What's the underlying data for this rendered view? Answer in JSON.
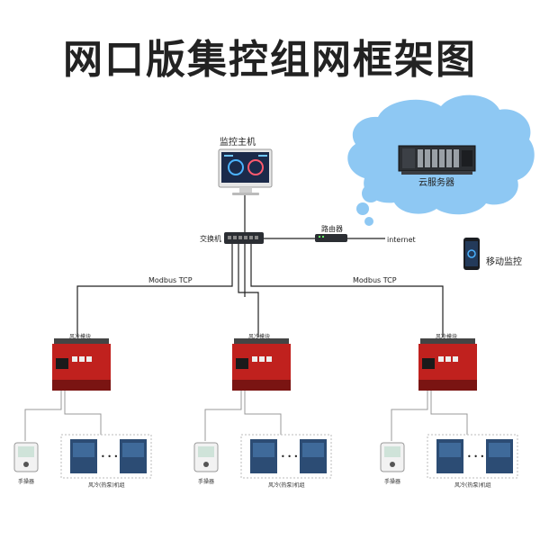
{
  "title": "网口版集控组网框架图",
  "nodes": {
    "monitor_host": "监控主机",
    "cloud_server": "云服务器",
    "switch": "交换机",
    "router": "路由器",
    "internet": "internet",
    "mobile": "移动监控"
  },
  "links": {
    "left": "Modbus TCP",
    "right": "Modbus TCP"
  },
  "modules": [
    {
      "label": "风冷模块",
      "controller": "手操器",
      "units": "风冷(热泵)机组"
    },
    {
      "label": "风冷模块",
      "controller": "手操器",
      "units": "风冷(热泵)机组"
    },
    {
      "label": "风冷模块",
      "controller": "手操器",
      "units": "风冷(热泵)机组"
    }
  ],
  "ellipsis": "• • •",
  "colors": {
    "module_red": "#c0211e",
    "cloud": "#8ec8f3",
    "wire": "#222222"
  }
}
